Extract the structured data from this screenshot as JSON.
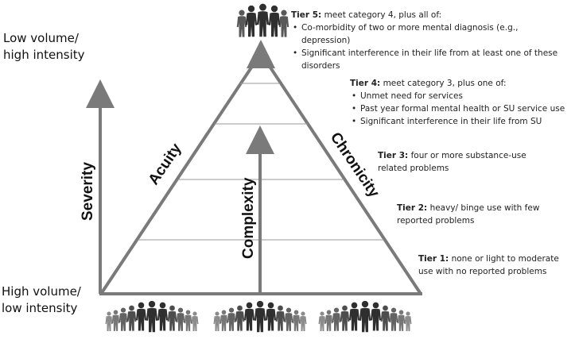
{
  "left_labels": {
    "top": [
      "Low volume/",
      "high intensity"
    ],
    "bottom": [
      "High volume/",
      "low intensity"
    ]
  },
  "axis_labels": {
    "severity": "Severity",
    "acuity": "Acuity",
    "complexity": "Complexity",
    "chronicity": "Chronicity"
  },
  "tiers": [
    {
      "id": "tier5",
      "title": "Tier 5:",
      "text": " meet category 4, plus all of:",
      "bullets": [
        "Co-morbidity of two or more mental diagnosis (e.g., depression)",
        "Significant interference in their life from at least one of these disorders"
      ]
    },
    {
      "id": "tier4",
      "title": "Tier 4:",
      "text": " meet category 3, plus one of:",
      "bullets": [
        "Unmet need for services",
        "Past year formal mental health or SU service use",
        "Significant interference in their life from SU"
      ]
    },
    {
      "id": "tier3",
      "title": "Tier 3:",
      "text": " four or more substance-use related problems",
      "bullets": []
    },
    {
      "id": "tier2",
      "title": "Tier 2:",
      "text": " heavy/ binge use with few reported problems",
      "bullets": []
    },
    {
      "id": "tier1",
      "title": "Tier 1:",
      "text": " none or light to moderate use with no reported problems",
      "bullets": []
    }
  ],
  "icons": {
    "top_group": "people-group-icon",
    "bottom_groups": [
      "crowd-icon",
      "crowd-icon",
      "crowd-icon"
    ]
  },
  "colors": {
    "triangle": "#7a7a7a",
    "arrow": "#7a7a7a",
    "divider": "#9a9a9a",
    "people": "#2f2f2f"
  }
}
